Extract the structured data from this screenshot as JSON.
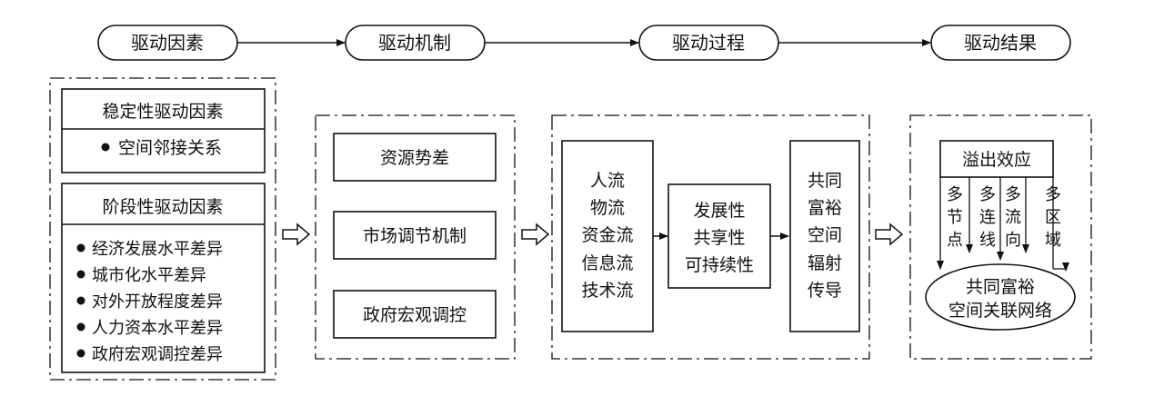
{
  "header": {
    "stages": [
      "驱动因素",
      "驱动机制",
      "驱动过程",
      "驱动结果"
    ]
  },
  "factors": {
    "stable_title": "稳定性驱动因素",
    "stable_items": [
      "空间邻接关系"
    ],
    "stage_title": "阶段性驱动因素",
    "stage_items": [
      "经济发展水平差异",
      "城市化水平差异",
      "对外开放程度差异",
      "人力资本水平差异",
      "政府宏观调控差异"
    ]
  },
  "mechanism": {
    "items": [
      "资源势差",
      "市场调节机制",
      "政府宏观调控"
    ]
  },
  "process": {
    "flows": [
      "人流",
      "物流",
      "资金流",
      "信息流",
      "技术流"
    ],
    "traits": [
      "发展性",
      "共享性",
      "可持续性"
    ],
    "radiation": [
      "共同",
      "富裕",
      "空间",
      "辐射",
      "传导"
    ]
  },
  "result": {
    "spillover_title": "溢出效应",
    "columns": [
      [
        "多",
        "节",
        "点"
      ],
      [
        "多",
        "连",
        "线"
      ],
      [
        "多",
        "流",
        "向"
      ],
      [
        "多",
        "区",
        "域"
      ]
    ],
    "network": [
      "共同富裕",
      "空间关联网络"
    ]
  }
}
